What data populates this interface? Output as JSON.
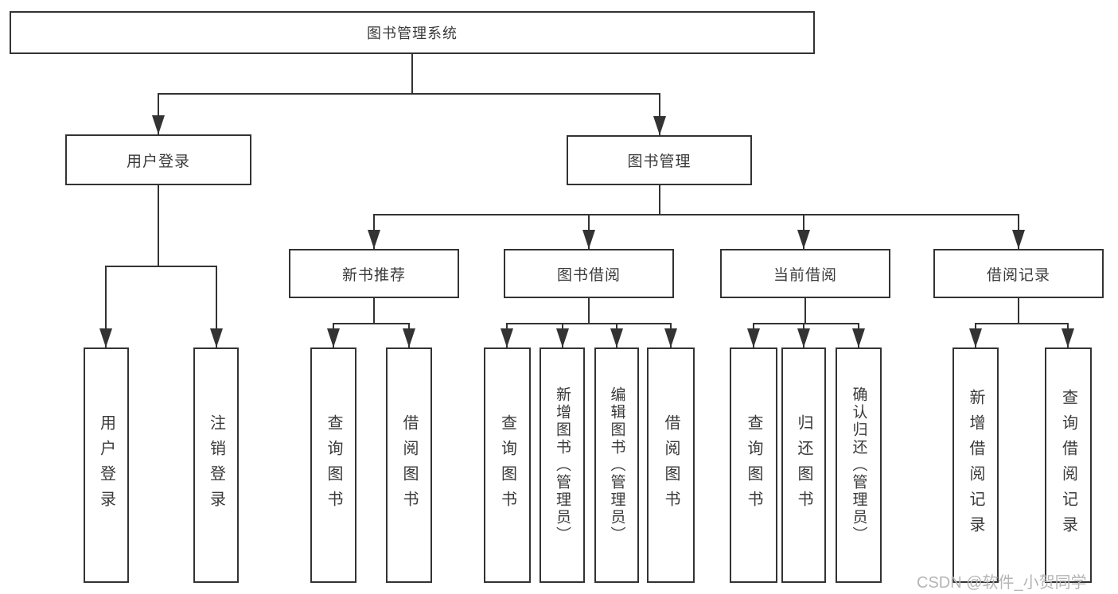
{
  "diagram_type": "tree",
  "tree": {
    "root": {
      "label": "图书管理系统"
    },
    "children": [
      {
        "label": "用户登录",
        "children": [
          {
            "label": "用户登录"
          },
          {
            "label": "注销登录"
          }
        ]
      },
      {
        "label": "图书管理",
        "children": [
          {
            "label": "新书推荐",
            "children": [
              {
                "label": "查询图书"
              },
              {
                "label": "借阅图书"
              }
            ]
          },
          {
            "label": "图书借阅",
            "children": [
              {
                "label": "查询图书"
              },
              {
                "label": "新增图书（管理员）"
              },
              {
                "label": "编辑图书（管理员）"
              },
              {
                "label": "借阅图书"
              }
            ]
          },
          {
            "label": "当前借阅",
            "children": [
              {
                "label": "查询图书"
              },
              {
                "label": "归还图书"
              },
              {
                "label": "确认归还（管理员）"
              }
            ]
          },
          {
            "label": "借阅记录",
            "children": [
              {
                "label": "新增借阅记录"
              },
              {
                "label": "查询借阅记录"
              }
            ]
          }
        ]
      }
    ]
  },
  "watermark": {
    "text": "CSDN @软件_小贺同学"
  },
  "colors": {
    "line": "#333333",
    "text": "#3a3a3a",
    "box_background": "#ffffff",
    "page_background": "#ffffff",
    "watermark": "#b5b5b5"
  }
}
